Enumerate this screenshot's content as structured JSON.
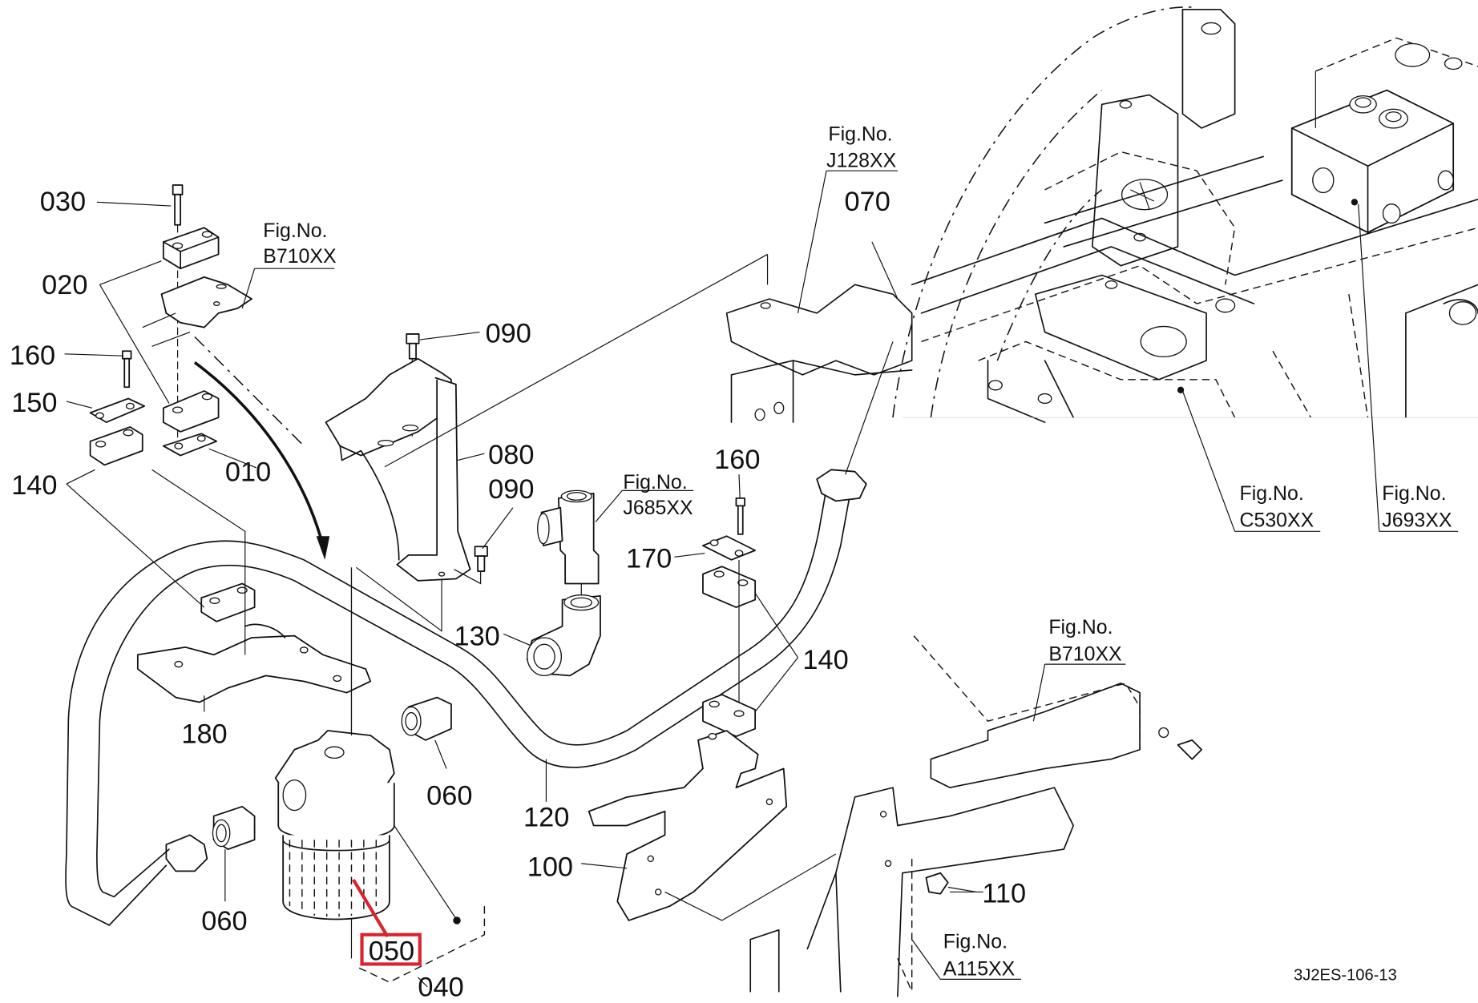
{
  "diagram": {
    "drawing_code": "3J2ES-106-13",
    "highlight_color": "#d9232e",
    "highlighted_part": "050",
    "part_labels": [
      {
        "id": "p030",
        "text": "030"
      },
      {
        "id": "p020",
        "text": "020"
      },
      {
        "id": "p160a",
        "text": "160"
      },
      {
        "id": "p150",
        "text": "150"
      },
      {
        "id": "p010",
        "text": "010"
      },
      {
        "id": "p140a",
        "text": "140"
      },
      {
        "id": "p090a",
        "text": "090"
      },
      {
        "id": "p080",
        "text": "080"
      },
      {
        "id": "p090b",
        "text": "090"
      },
      {
        "id": "p070",
        "text": "070"
      },
      {
        "id": "p160b",
        "text": "160"
      },
      {
        "id": "p170",
        "text": "170"
      },
      {
        "id": "p130",
        "text": "130"
      },
      {
        "id": "p140b",
        "text": "140"
      },
      {
        "id": "p180",
        "text": "180"
      },
      {
        "id": "p060a",
        "text": "060"
      },
      {
        "id": "p060b",
        "text": "060"
      },
      {
        "id": "p120",
        "text": "120"
      },
      {
        "id": "p100",
        "text": "100"
      },
      {
        "id": "p110",
        "text": "110"
      },
      {
        "id": "p050",
        "text": "050"
      },
      {
        "id": "p040",
        "text": "040"
      }
    ],
    "figure_refs": [
      {
        "id": "f1",
        "prefix": "Fig.No.",
        "code": "B710XX"
      },
      {
        "id": "f2",
        "prefix": "Fig.No.",
        "code": "J128XX"
      },
      {
        "id": "f3",
        "prefix": "Fig.No.",
        "code": "J685XX"
      },
      {
        "id": "f4",
        "prefix": "Fig.No.",
        "code": "C530XX"
      },
      {
        "id": "f5",
        "prefix": "Fig.No.",
        "code": "J693XX"
      },
      {
        "id": "f6",
        "prefix": "Fig.No.",
        "code": "B710XX"
      },
      {
        "id": "f7",
        "prefix": "Fig.No.",
        "code": "A115XX"
      }
    ]
  }
}
